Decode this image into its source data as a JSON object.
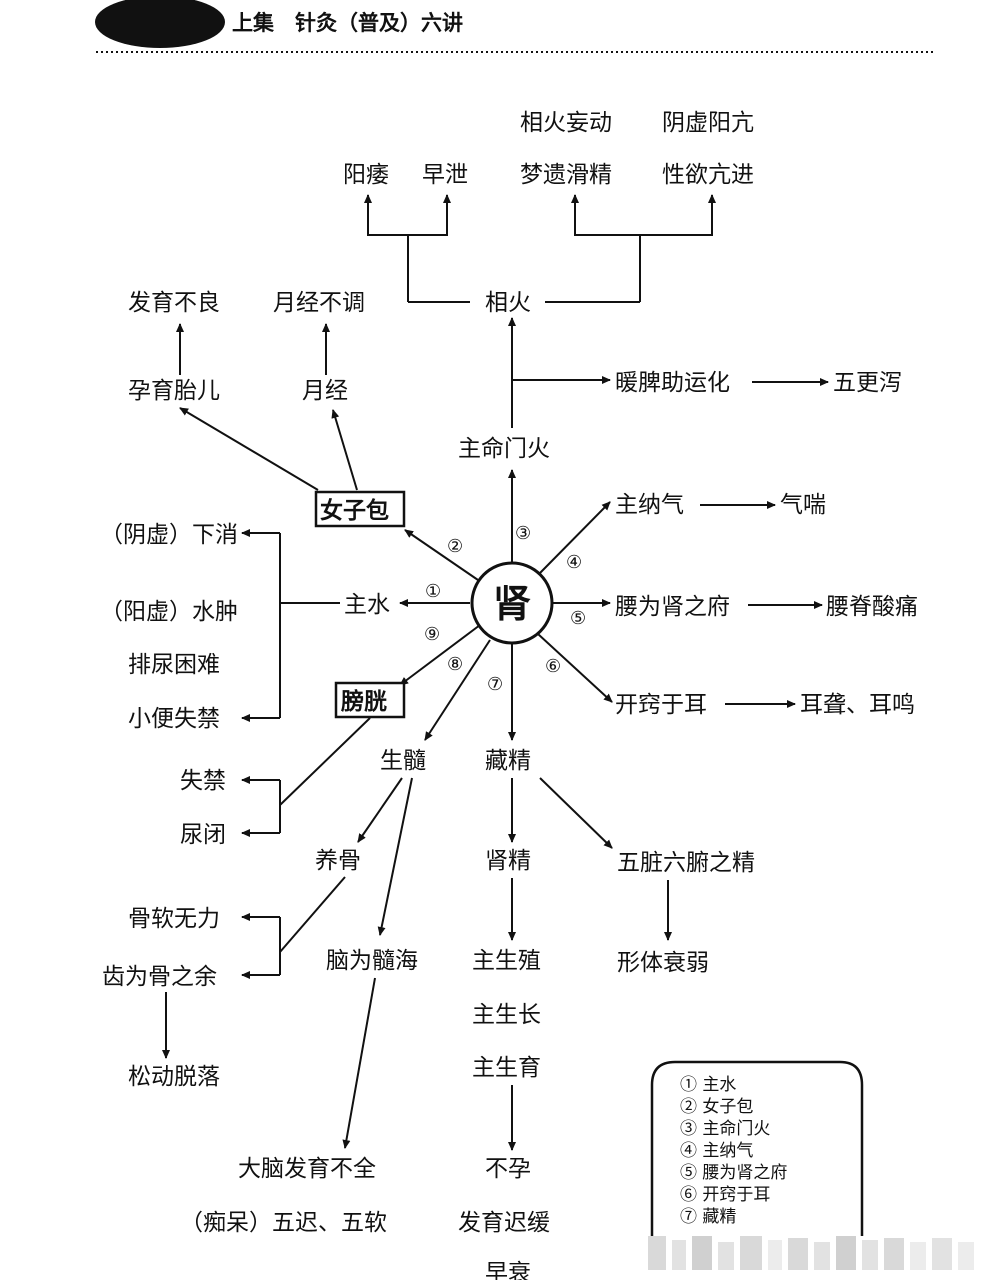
{
  "header": {
    "title": "上集　针灸（普及）六讲"
  },
  "center": "肾",
  "labels": {
    "yangwei": "阳痿",
    "zaoxie": "早泄",
    "xianghuo_wangdong": "相火妄动",
    "yinxu_yangkang": "阴虚阳亢",
    "mengyi_huajing": "梦遗滑精",
    "xingyu_kangjin": "性欲亢进",
    "xianghuo": "相火",
    "fayu_buliang": "发育不良",
    "yuejing_butiao": "月经不调",
    "yunyu_taier": "孕育胎儿",
    "yuejing": "月经",
    "nuan_pi": "暖脾助运化",
    "wugeng_xie": "五更泻",
    "zhu_mingmenhuo": "主命门火",
    "nvzibao": "女子包",
    "zhu_naqi": "主纳气",
    "qichuan": "气喘",
    "yinxu_xiaxiao": "（阴虚）下消",
    "zhushui": "主水",
    "yao_fu": "腰为肾之府",
    "yaoji_suantong": "腰脊酸痛",
    "yangxu_shuizhong": "（阳虚）水肿",
    "painiao_kunnan": "排尿困难",
    "xiaobian_shijin": "小便失禁",
    "kaiqiao_yuer": "开窍于耳",
    "erlong_erming": "耳聋、耳鸣",
    "pangguang": "膀胱",
    "shengsui": "生髓",
    "cangjing": "藏精",
    "shijin": "失禁",
    "niaobi": "尿闭",
    "yanggu": "养骨",
    "shenjing": "肾精",
    "wuzang_jing": "五脏六腑之精",
    "guruan_wuli": "骨软无力",
    "chi_gu": "齿为骨之余",
    "nao_suihai": "脑为髓海",
    "zhu_shengzhi": "主生殖",
    "xingti_shuairuo": "形体衰弱",
    "zhu_shengzhang": "主生长",
    "songdong_tuoluo": "松动脱落",
    "zhu_shengyu": "主生育",
    "danao_fayu_buquan": "大脑发育不全",
    "buyun": "不孕",
    "chidai_wuchi": "（痴呆）五迟、五软",
    "fayu_chihuan": "发育迟缓",
    "zaoshuai": "早衰"
  },
  "circled": {
    "n1": "①",
    "n2": "②",
    "n3": "③",
    "n4": "④",
    "n5": "⑤",
    "n6": "⑥",
    "n7": "⑦",
    "n8": "⑧",
    "n9": "⑨"
  },
  "legend": [
    "① 主水",
    "② 女子包",
    "③ 主命门火",
    "④ 主纳气",
    "⑤ 腰为肾之府",
    "⑥ 开窍于耳",
    "⑦ 藏精"
  ]
}
